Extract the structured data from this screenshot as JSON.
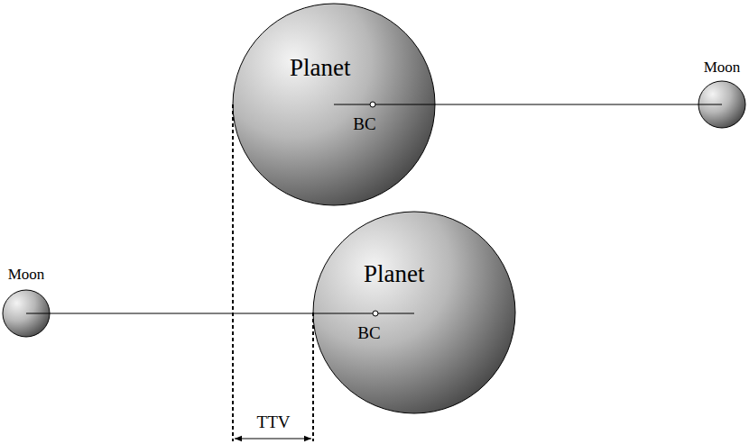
{
  "diagram": {
    "nodes": [
      {
        "text": [
          "Planet"
        ]
      },
      {
        "text": [
          "Moon"
        ]
      },
      {
        "text": [
          "Planet"
        ]
      },
      {
        "text": [
          "Moon"
        ]
      }
    ],
    "edges": [
      {
        "from": 0,
        "to": 1,
        "arrow": "none"
      },
      {
        "from": 2,
        "to": 3,
        "arrow": "none"
      }
    ],
    "labels": [
      "BC",
      "BC",
      "TTV"
    ]
  }
}
